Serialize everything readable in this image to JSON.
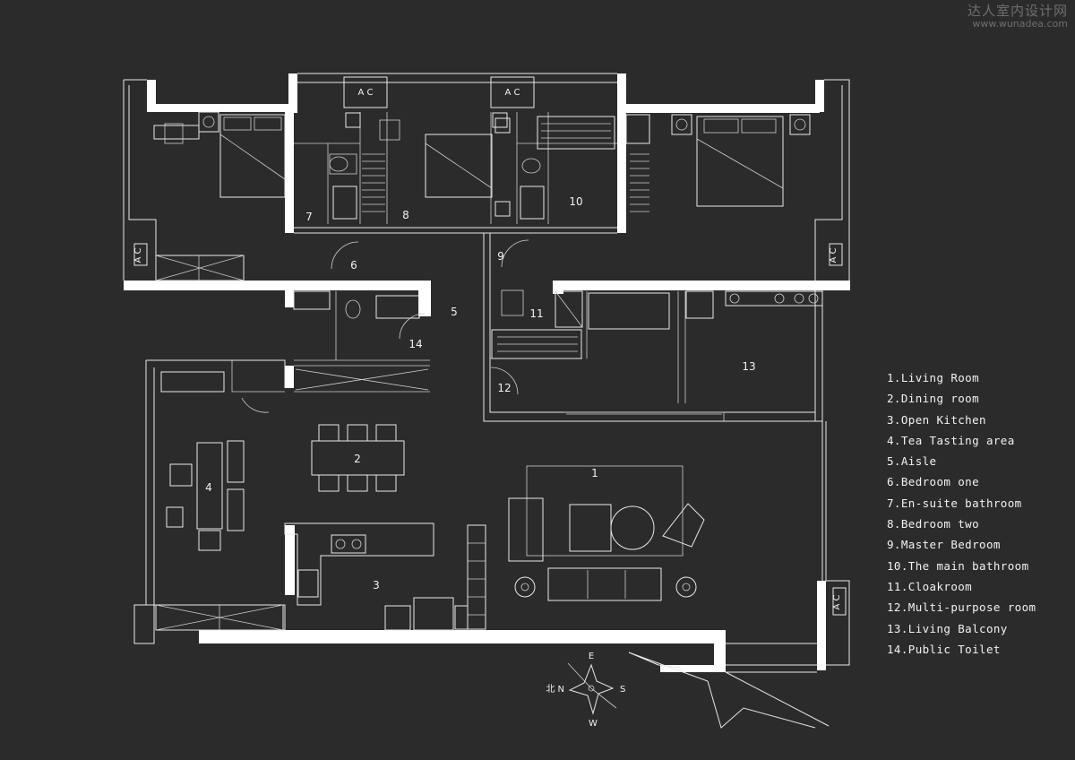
{
  "watermark": {
    "title": "达人室内设计网",
    "url": "www.wunadea.com"
  },
  "legend": [
    "1.Living Room",
    "2.Dining room",
    "3.Open Kitchen",
    "4.Tea Tasting area",
    "5.Aisle",
    "6.Bedroom one",
    "7.En-suite bathroom",
    "8.Bedroom two",
    "9.Master Bedroom",
    "10.The main bathroom",
    "11.Cloakroom",
    "12.Multi-purpose room",
    "13.Living Balcony",
    "14.Public Toilet"
  ],
  "rooms": [
    {
      "num": "1"
    },
    {
      "num": "2"
    },
    {
      "num": "3"
    },
    {
      "num": "4"
    },
    {
      "num": "5"
    },
    {
      "num": "6"
    },
    {
      "num": "7"
    },
    {
      "num": "8"
    },
    {
      "num": "9"
    },
    {
      "num": "10"
    },
    {
      "num": "11"
    },
    {
      "num": "12"
    },
    {
      "num": "13"
    },
    {
      "num": "14"
    }
  ],
  "ac_label": "A C",
  "compass": {
    "north": "北 N",
    "east": "E",
    "south": "S",
    "west": "W"
  },
  "colors": {
    "background": "#2b2b2b",
    "lines": "#ffffff"
  }
}
